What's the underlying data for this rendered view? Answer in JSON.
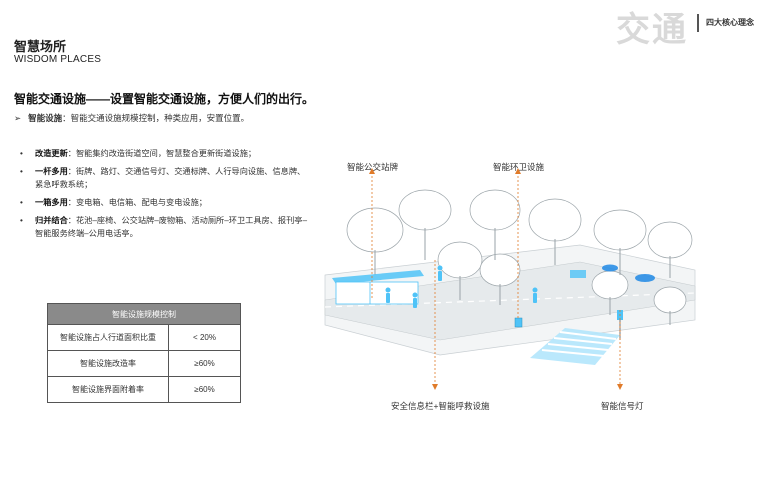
{
  "header": {
    "big_title": "交通",
    "subtitle": "四大核心理念"
  },
  "section": {
    "title_cn": "智慧场所",
    "title_en": "WISDOM PLACES"
  },
  "main": {
    "heading": "智能交通设施——设置智能交通设施，方便人们的出行。",
    "sub_arrow": "➢",
    "sub_bold": "智能设施",
    "sub_text": "：智能交通设施规模控制，种类应用，安置位置。",
    "bullets": [
      {
        "bold": "改造更新",
        "text": "：智能集约改造街道空间，智慧整合更新街道设施；"
      },
      {
        "bold": "一杆多用",
        "text": "：街牌、路灯、交通信号灯、交通标牌、人行导向设施、信息牌、紧急呼救系统；"
      },
      {
        "bold": "一箱多用",
        "text": "：变电箱、电信箱、配电与变电设施；"
      },
      {
        "bold": "归并结合",
        "text": "：花池–座椅、公交站牌–废物箱、活动厕所–环卫工具房、报刊亭–智能服务终端–公用电话亭。"
      }
    ]
  },
  "table": {
    "title": "智能设施规模控制",
    "rows": [
      {
        "label": "智能设施占人行道面积比重",
        "value": "< 20%"
      },
      {
        "label": "智能设施改造率",
        "value": "≥60%"
      },
      {
        "label": "智能设施界面附着率",
        "value": "≥60%"
      }
    ]
  },
  "illustration": {
    "label_bus": "智能公交站牌",
    "label_sanitation": "智能环卫设施",
    "label_safety": "安全信息栏+智能呼救设施",
    "label_signal": "智能信号灯",
    "colors": {
      "accent": "#e07b2a",
      "highlight": "#4fc3f7"
    }
  }
}
